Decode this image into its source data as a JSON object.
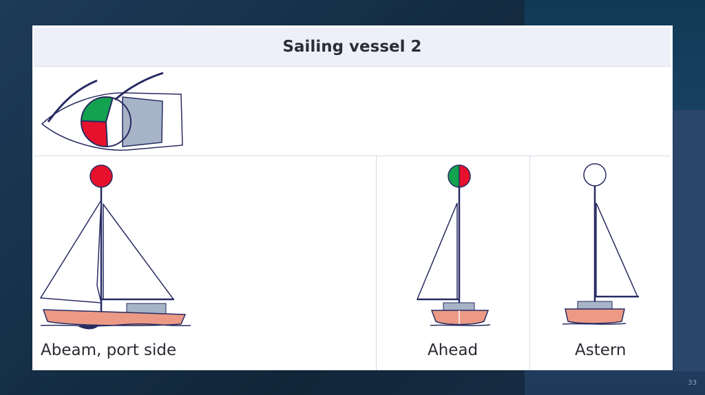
{
  "slide": {
    "number": "33"
  },
  "table": {
    "title": "Sailing vessel 2",
    "views": [
      {
        "label": "Abeam, port side",
        "light": "red"
      },
      {
        "label": "Ahead",
        "light": "green-red"
      },
      {
        "label": "Astern",
        "light": "white"
      }
    ]
  },
  "colors": {
    "light_red": "#e8112d",
    "light_green": "#13a24f",
    "hull": "#ec9a86",
    "line": "#262a60",
    "cabin": "#a7b4c8"
  }
}
